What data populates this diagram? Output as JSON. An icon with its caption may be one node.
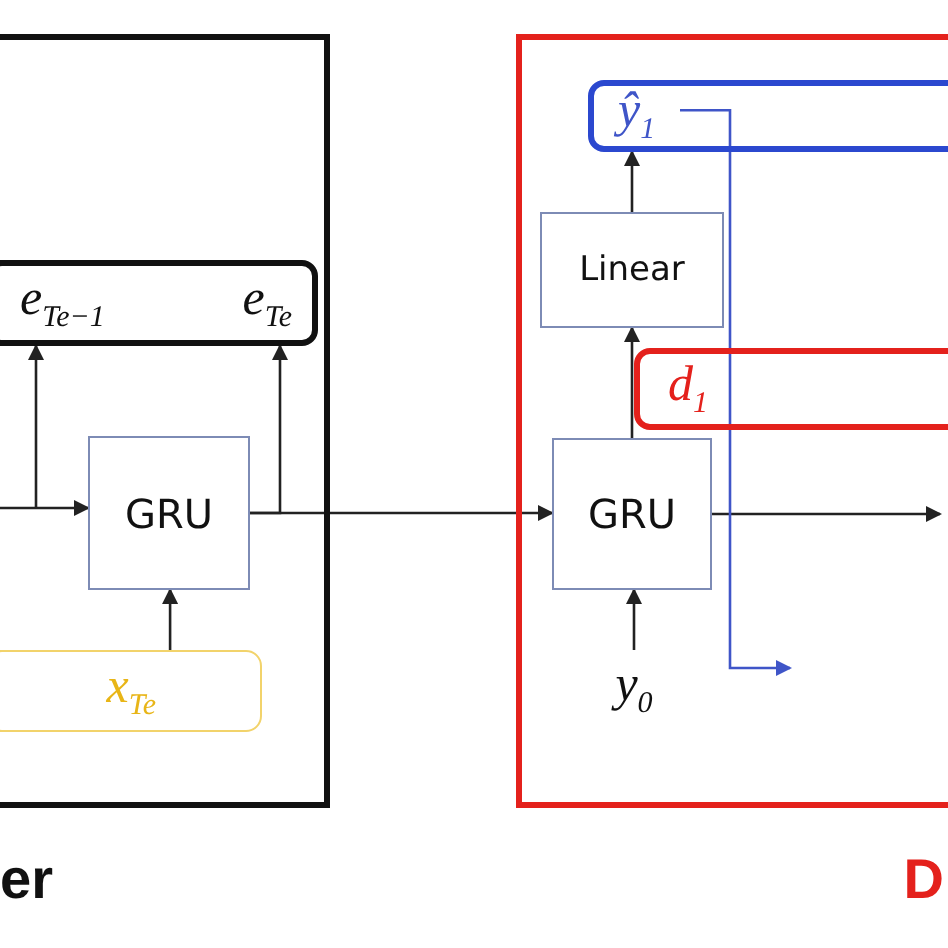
{
  "diagram": {
    "nodes": [
      {
        "text": [],
        "shape": "box"
      },
      {
        "text": [
          "e$_{Te−1}$",
          "e$_{Te}$"
        ],
        "in": 0
      },
      {
        "text": [
          "GRU"
        ],
        "in": 0
      },
      {
        "text": [
          "x$_{Te}$"
        ],
        "in": 0
      },
      {
        "text": [],
        "shape": "box"
      },
      {
        "text": [
          "ŷ$_{1}$"
        ],
        "in": 4
      },
      {
        "text": [
          "Linear"
        ],
        "in": 4
      },
      {
        "text": [
          "d$_{1}$"
        ],
        "in": 4
      },
      {
        "text": [
          "GRU"
        ],
        "in": 4
      },
      {
        "text": [
          "y$_{0}$"
        ],
        "in": 4
      }
    ],
    "edges": [
      {
        "from": null,
        "to": 2,
        "arrow": "to"
      },
      {
        "from": null,
        "to": 1,
        "arrow": "to"
      },
      {
        "from": 2,
        "to": 1,
        "arrow": "to"
      },
      {
        "from": 2,
        "to": 8,
        "arrow": "to"
      },
      {
        "from": 3,
        "to": 2,
        "arrow": "to"
      },
      {
        "from": 6,
        "to": 5,
        "arrow": "to"
      },
      {
        "from": 8,
        "to": 6,
        "arrow": "to"
      },
      {
        "from": 9,
        "to": 8,
        "arrow": "to"
      },
      {
        "from": 8,
        "to": null,
        "arrow": "to"
      },
      {
        "from": 5,
        "to": null,
        "arrow": "to",
        "color": "#3f55c8"
      }
    ],
    "labels": [
      "er",
      "D"
    ]
  }
}
